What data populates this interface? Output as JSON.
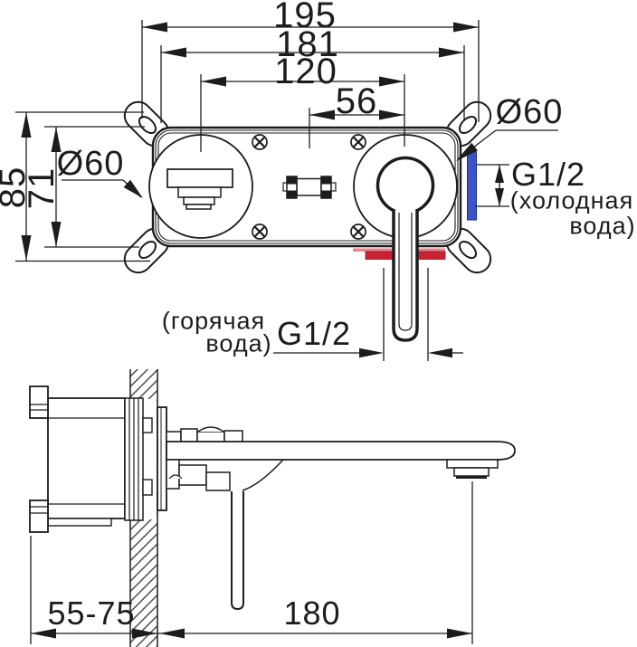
{
  "drawing": {
    "type": "technical installation diagram",
    "subject": "wall-mounted concealed basin mixer with rough-in box",
    "top_view": {
      "overall_width": "195",
      "mount_hole_spacing": "181",
      "port_center_spacing": "120",
      "connector_offset": "56",
      "overall_height": "85",
      "mount_hole_height": "71",
      "spout_port_diameter": "Ø60",
      "handle_port_diameter": "Ø60",
      "cold_inlet": {
        "thread": "G1/2",
        "label_line1": "(холодная",
        "label_line2": "вода)"
      },
      "hot_inlet": {
        "label_line1": "(горячая",
        "label_line2": "вода)",
        "thread": "G1/2"
      }
    },
    "side_view": {
      "wall_depth_range": "55-75",
      "spout_reach": "180"
    }
  },
  "colors": {
    "ink": "#1c1c1c",
    "cold_water_blue": "#3a55c8",
    "hot_water_red": "#cb2233",
    "hot_water_red_light": "#e8838f"
  }
}
